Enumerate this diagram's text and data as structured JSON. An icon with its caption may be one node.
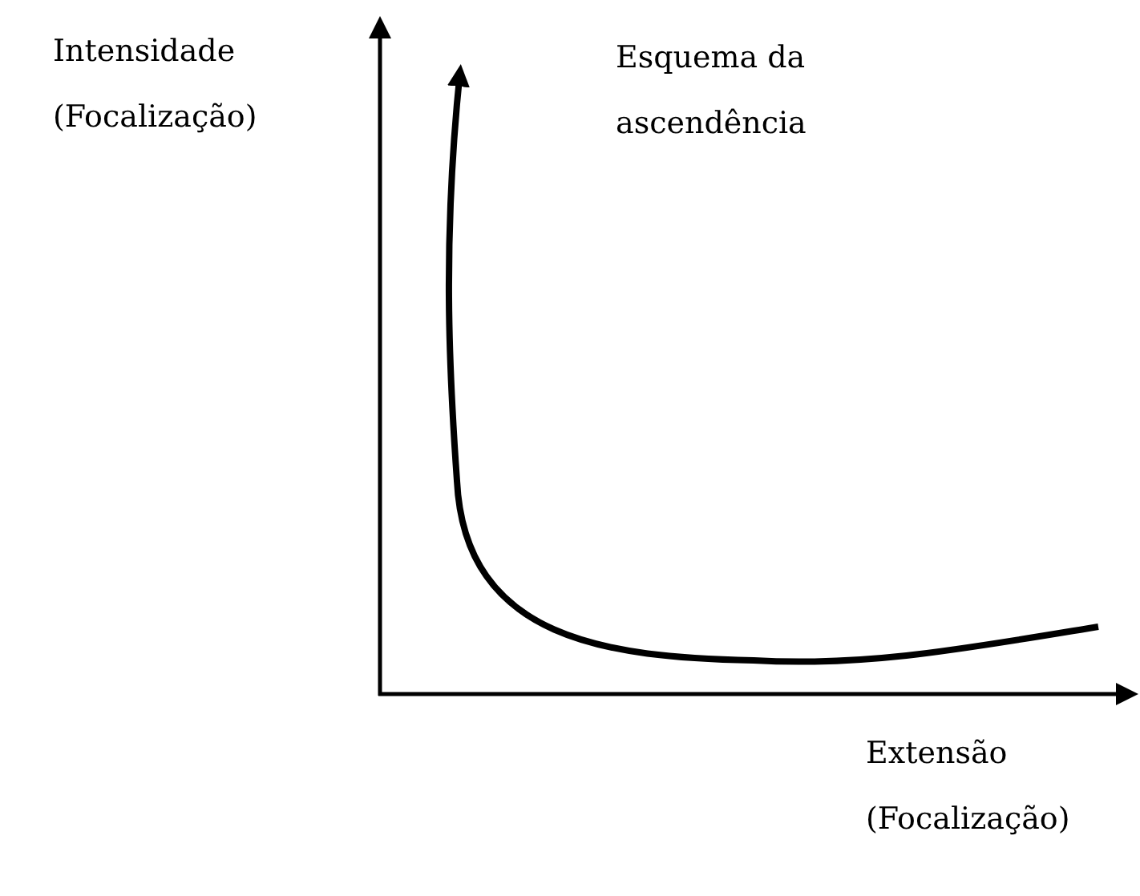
{
  "diagram": {
    "labels": [
      "Intensidade (Focalização)",
      "Esquema da ascendência",
      "Extensão (Focalização)"
    ]
  }
}
